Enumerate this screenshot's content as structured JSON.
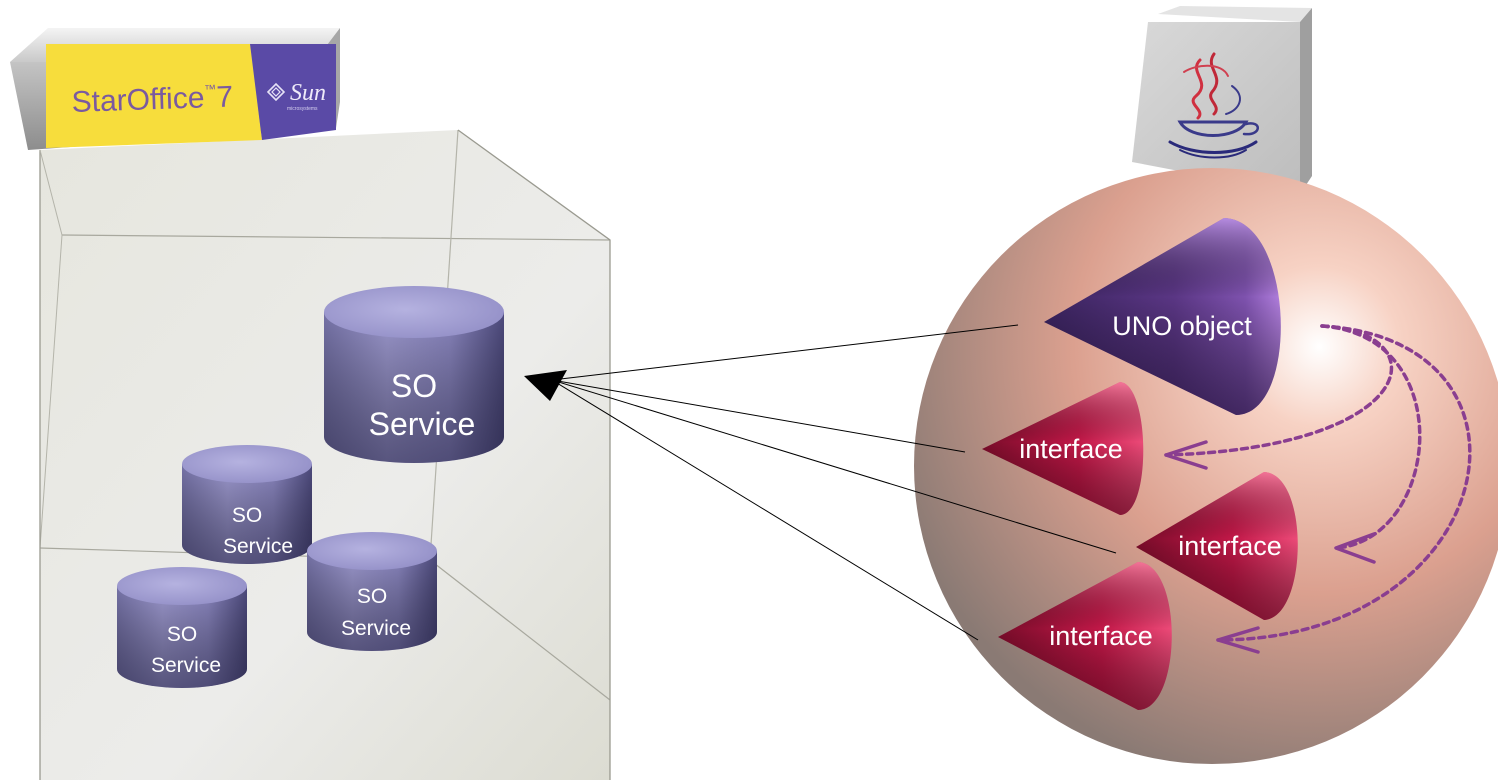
{
  "staroffice_box": {
    "brand_text": "StarOffice",
    "brand_sup": "™",
    "brand_version": "7",
    "sun_text": "Sun",
    "sun_subtext": "microsystems"
  },
  "services": {
    "big": {
      "line1": "SO",
      "line2": "Service"
    },
    "small1": {
      "line1": "SO",
      "line2": "Service"
    },
    "small2": {
      "line1": "SO",
      "line2": "Service"
    },
    "small3": {
      "line1": "SO",
      "line2": "Service"
    }
  },
  "uno": {
    "object_label": "UNO object",
    "interface1_label": "interface",
    "interface2_label": "interface",
    "interface3_label": "interface"
  },
  "colors": {
    "cube_face": "#e9e9e3",
    "cube_edge": "#9a9a90",
    "staroffice_yellow": "#f7dd3c",
    "sun_purple": "#5a4aa6",
    "cylinder": "#8c88c0",
    "sphere": "#e7a492",
    "uno_cone": "#6c3f90",
    "interface_cone": "#c41e4a",
    "dashed_arrow": "#8a3e90"
  },
  "icons": {
    "java_logo": "java-coffee-cup-icon",
    "arrow": "arrowhead-icon"
  }
}
